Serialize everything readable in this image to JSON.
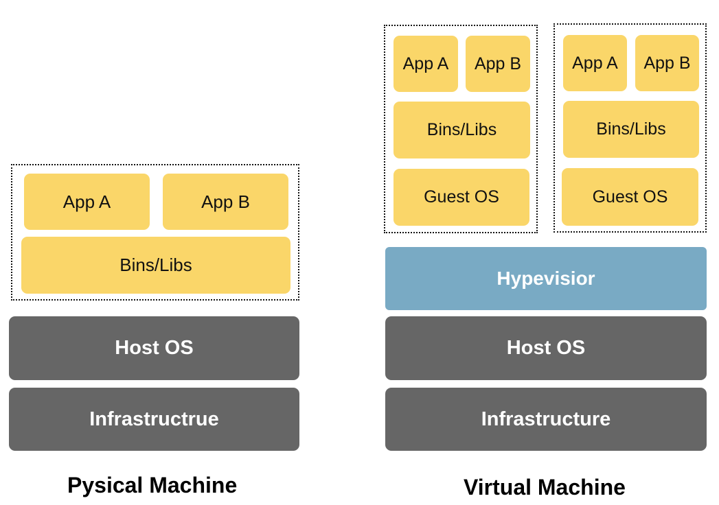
{
  "physical": {
    "app_a": "App A",
    "app_b": "App B",
    "bins_libs": "Bins/Libs",
    "host_os": "Host OS",
    "infrastructure": "Infrastructrue",
    "caption": "Pysical Machine"
  },
  "virtual": {
    "vms": [
      {
        "app_a": "App A",
        "app_b": "App B",
        "bins_libs": "Bins/Libs",
        "guest_os": "Guest OS"
      },
      {
        "app_a": "App A",
        "app_b": "App B",
        "bins_libs": "Bins/Libs",
        "guest_os": "Guest OS"
      }
    ],
    "hypervisor": "Hypevisior",
    "host_os": "Host OS",
    "infrastructure": "Infrastructure",
    "caption": "Virtual Machine"
  },
  "colors": {
    "app_layer": "#fad669",
    "os_layer": "#666666",
    "hypervisor_layer": "#79aac4",
    "container_border": "#111111"
  }
}
